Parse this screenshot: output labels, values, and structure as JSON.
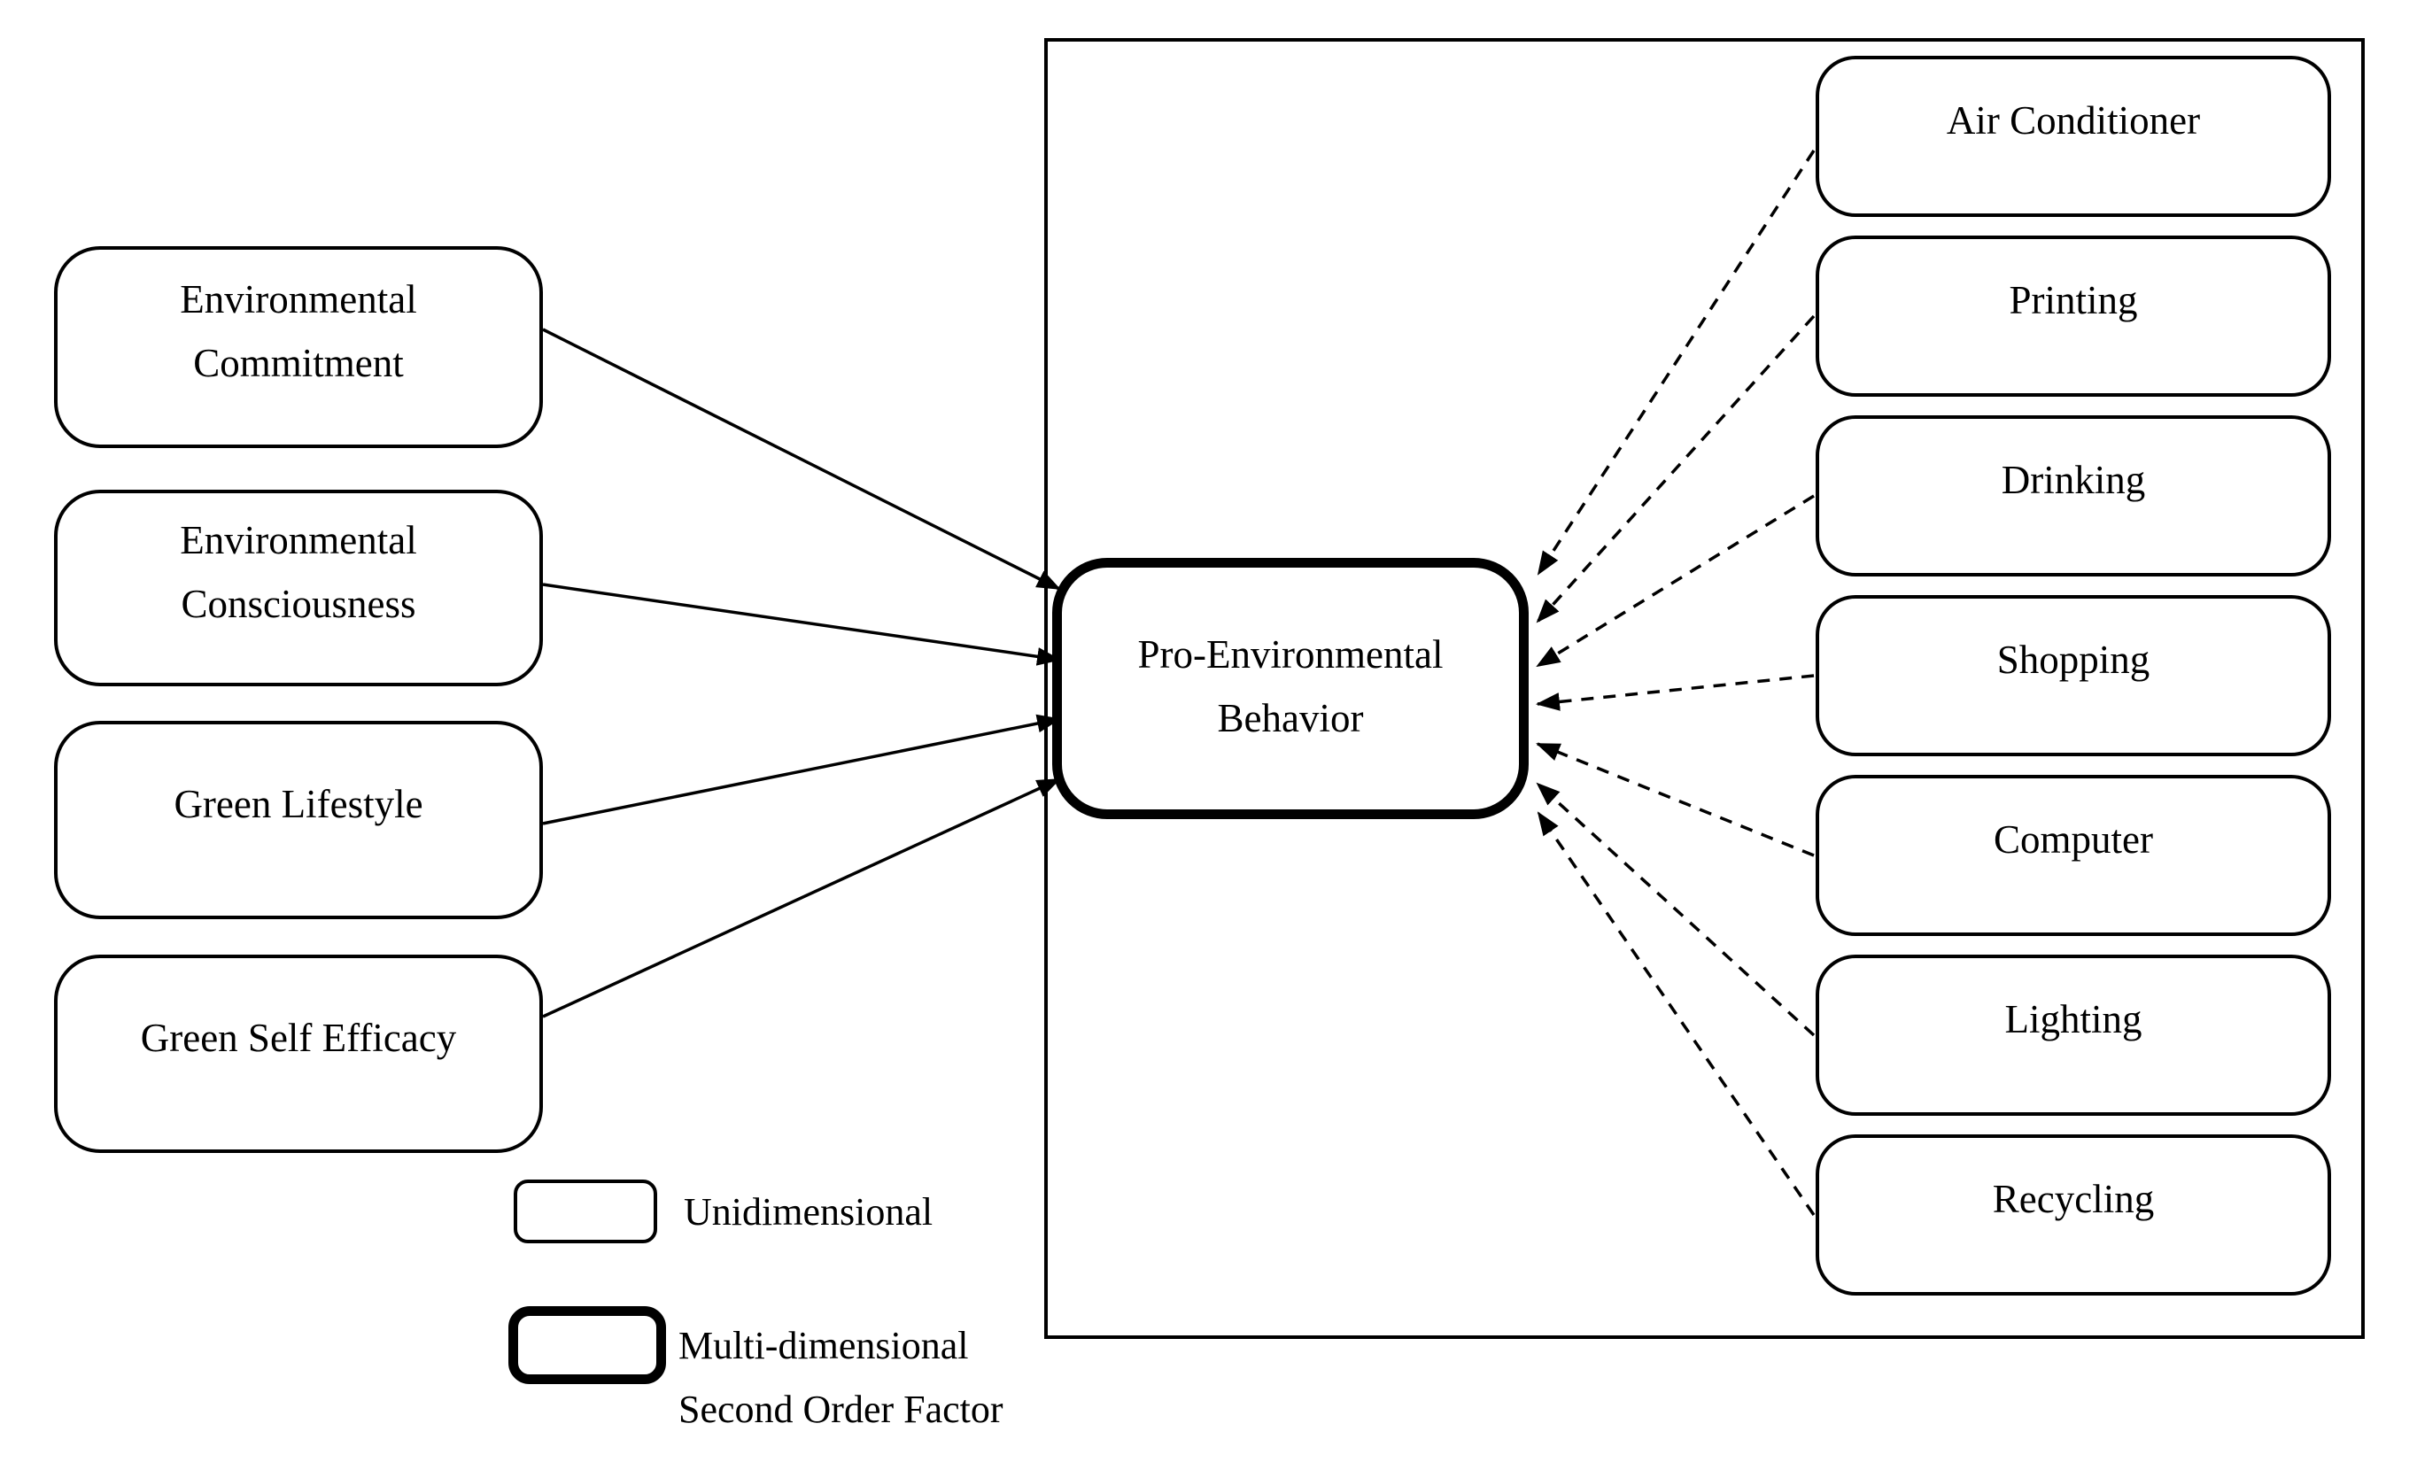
{
  "figure": {
    "colors": {
      "line": "#000000",
      "background": "#ffffff"
    },
    "left_factors": [
      {
        "lines": [
          "Environmental",
          "Commitment"
        ]
      },
      {
        "lines": [
          "Environmental",
          "Consciousness"
        ]
      },
      {
        "lines": [
          "Green Lifestyle"
        ]
      },
      {
        "lines": [
          "Green Self Efficacy"
        ]
      }
    ],
    "second_order_factor": {
      "lines": [
        "Pro-Environmental",
        "Behavior"
      ]
    },
    "behavior_dimensions": [
      {
        "label": "Air Conditioner"
      },
      {
        "label": "Printing"
      },
      {
        "label": "Drinking"
      },
      {
        "label": "Shopping"
      },
      {
        "label": "Computer"
      },
      {
        "label": "Lighting"
      },
      {
        "label": "Recycling"
      }
    ],
    "legend": {
      "unidimensional": "Unidimensional",
      "multidimensional_line1": "Multi-dimensional",
      "multidimensional_line2": "Second Order Factor"
    }
  }
}
